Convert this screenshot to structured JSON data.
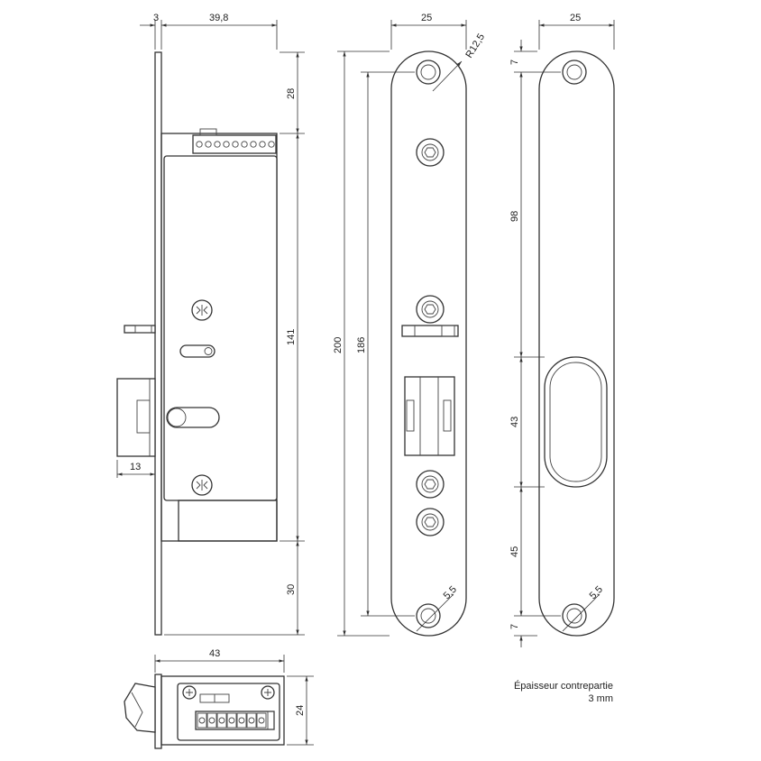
{
  "dimensions": {
    "side_top_thickness": "3",
    "side_top_depth": "39,8",
    "side_top_offset": "28",
    "side_body_height": "141",
    "side_bottom_offset": "30",
    "side_bolt_depth": "13",
    "front_width": "25",
    "front_radius": "R12,5",
    "front_total_height": "200",
    "front_hole_spacing": "186",
    "front_hole_dia": "5,5",
    "strike_width": "25",
    "strike_top": "7",
    "strike_upper": "98",
    "strike_opening": "43",
    "strike_lower": "45",
    "strike_bottom": "7",
    "strike_hole_dia": "5,5",
    "bottom_depth": "43",
    "bottom_height": "24"
  },
  "note": {
    "line1": "Épaisseur contrepartie",
    "line2": "3 mm"
  }
}
